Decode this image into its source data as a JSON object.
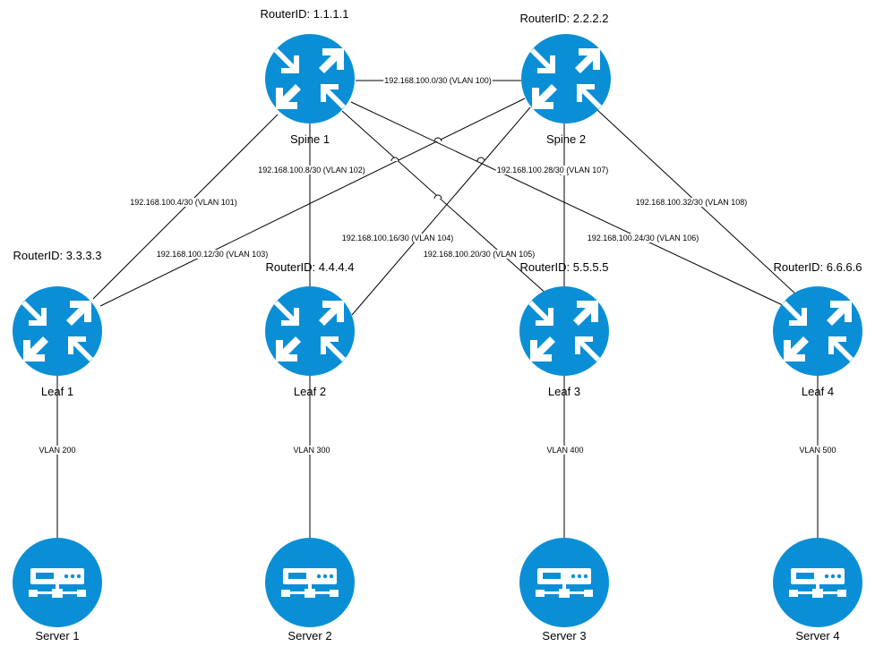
{
  "colors": {
    "icon_fill": "#0a8fd6",
    "line": "#000000",
    "background": "#ffffff"
  },
  "routers": [
    {
      "id": "spine1",
      "router_id": "RouterID: 1.1.1.1",
      "name": "Spine 1",
      "icon": "router-icon"
    },
    {
      "id": "spine2",
      "router_id": "RouterID: 2.2.2.2",
      "name": "Spine 2",
      "icon": "router-icon"
    },
    {
      "id": "leaf1",
      "router_id": "RouterID: 3.3.3.3",
      "name": "Leaf 1",
      "icon": "router-icon"
    },
    {
      "id": "leaf2",
      "router_id": "RouterID: 4.4.4.4",
      "name": "Leaf 2",
      "icon": "router-icon"
    },
    {
      "id": "leaf3",
      "router_id": "RouterID: 5.5.5.5",
      "name": "Leaf 3",
      "icon": "router-icon"
    },
    {
      "id": "leaf4",
      "router_id": "RouterID: 6.6.6.6",
      "name": "Leaf 4",
      "icon": "router-icon"
    }
  ],
  "servers": [
    {
      "id": "server1",
      "name": "Server 1",
      "icon": "server-icon"
    },
    {
      "id": "server2",
      "name": "Server 2",
      "icon": "server-icon"
    },
    {
      "id": "server3",
      "name": "Server 3",
      "icon": "server-icon"
    },
    {
      "id": "server4",
      "name": "Server 4",
      "icon": "server-icon"
    }
  ],
  "links": [
    {
      "from": "spine1",
      "to": "spine2",
      "label": "192.168.100.0/30 (VLAN 100)"
    },
    {
      "from": "spine1",
      "to": "leaf1",
      "label": "192.168.100.4/30 (VLAN 101)"
    },
    {
      "from": "spine1",
      "to": "leaf2",
      "label": "192.168.100.8/30 (VLAN 102)"
    },
    {
      "from": "spine2",
      "to": "leaf1",
      "label": "192.168.100.12/30 (VLAN 103)"
    },
    {
      "from": "spine2",
      "to": "leaf2",
      "label": "192.168.100.16/30 (VLAN 104)"
    },
    {
      "from": "spine1",
      "to": "leaf3",
      "label": "192.168.100.20/30 (VLAN 105)"
    },
    {
      "from": "spine1",
      "to": "leaf4",
      "label": "192.168.100.24/30 (VLAN 106)"
    },
    {
      "from": "spine2",
      "to": "leaf3",
      "label": "192.168.100.28/30 (VLAN 107)"
    },
    {
      "from": "spine2",
      "to": "leaf4",
      "label": "192.168.100.32/30 (VLAN 108)"
    },
    {
      "from": "leaf1",
      "to": "server1",
      "label": "VLAN 200"
    },
    {
      "from": "leaf2",
      "to": "server2",
      "label": "VLAN 300"
    },
    {
      "from": "leaf3",
      "to": "server3",
      "label": "VLAN 400"
    },
    {
      "from": "leaf4",
      "to": "server4",
      "label": "VLAN 500"
    }
  ]
}
